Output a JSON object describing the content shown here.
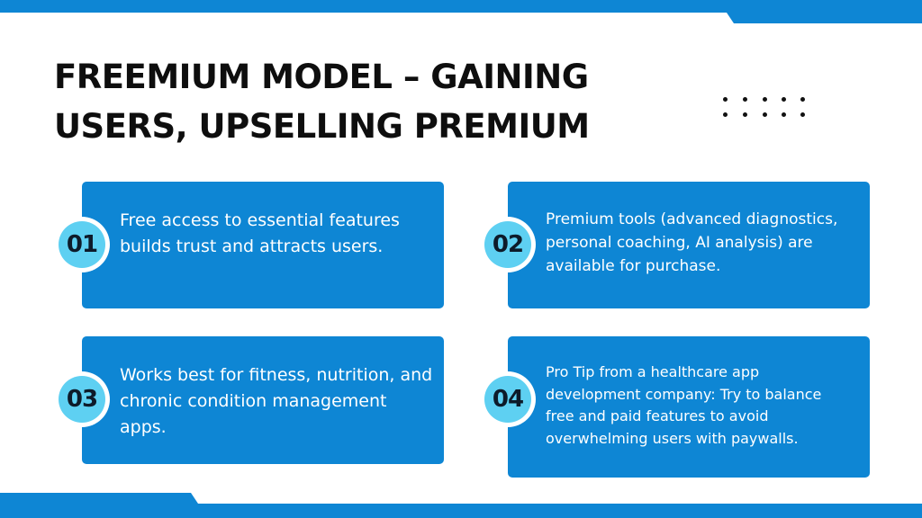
{
  "colors": {
    "accent": "#0e86d4",
    "badge": "#5ed0f2",
    "title": "#0e0e0e"
  },
  "title": {
    "line1": "FREEMIUM MODEL – GAINING",
    "line2": "USERS, UPSELLING PREMIUM"
  },
  "cards": [
    {
      "number": "01",
      "text": "Free access to essential features builds trust and attracts users."
    },
    {
      "number": "02",
      "text": "Premium tools (advanced diagnostics, personal coaching, AI analysis) are available for purchase."
    },
    {
      "number": "03",
      "text": "Works best for fitness, nutrition, and chronic condition management apps."
    },
    {
      "number": "04",
      "text": "Pro Tip from a healthcare app development company: Try to balance free and paid features to avoid overwhelming users with paywalls."
    }
  ]
}
